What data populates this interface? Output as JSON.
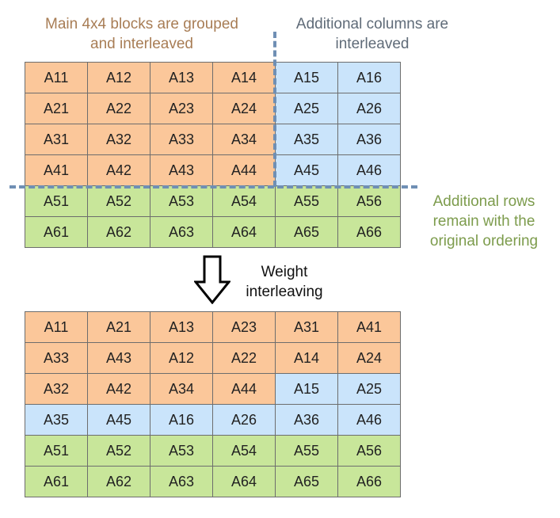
{
  "labels": {
    "main_blocks": "Main 4x4 blocks are grouped\nand interleaved",
    "additional_columns": "Additional columns are\ninterleaved",
    "additional_rows": "Additional rows\nremain with the\noriginal ordering",
    "weight_interleaving": "Weight\ninterleaving"
  },
  "icons": {
    "transform_arrow": "down-arrow-icon"
  },
  "colors": {
    "orange": "#fbc79a",
    "blue": "#cae4fb",
    "green": "#c8e69a",
    "dashed_line": "#6f8fb4"
  },
  "top_matrix": {
    "cells": [
      [
        "A11",
        "A12",
        "A13",
        "A14",
        "A15",
        "A16"
      ],
      [
        "A21",
        "A22",
        "A23",
        "A24",
        "A25",
        "A26"
      ],
      [
        "A31",
        "A32",
        "A33",
        "A34",
        "A35",
        "A36"
      ],
      [
        "A41",
        "A42",
        "A43",
        "A44",
        "A45",
        "A46"
      ],
      [
        "A51",
        "A52",
        "A53",
        "A54",
        "A55",
        "A56"
      ],
      [
        "A61",
        "A62",
        "A63",
        "A64",
        "A65",
        "A66"
      ]
    ],
    "colors": [
      [
        "orange",
        "orange",
        "orange",
        "orange",
        "blue",
        "blue"
      ],
      [
        "orange",
        "orange",
        "orange",
        "orange",
        "blue",
        "blue"
      ],
      [
        "orange",
        "orange",
        "orange",
        "orange",
        "blue",
        "blue"
      ],
      [
        "orange",
        "orange",
        "orange",
        "orange",
        "blue",
        "blue"
      ],
      [
        "green",
        "green",
        "green",
        "green",
        "green",
        "green"
      ],
      [
        "green",
        "green",
        "green",
        "green",
        "green",
        "green"
      ]
    ]
  },
  "bottom_matrix": {
    "cells": [
      [
        "A11",
        "A21",
        "A13",
        "A23",
        "A31",
        "A41"
      ],
      [
        "A33",
        "A43",
        "A12",
        "A22",
        "A14",
        "A24"
      ],
      [
        "A32",
        "A42",
        "A34",
        "A44",
        "A15",
        "A25"
      ],
      [
        "A35",
        "A45",
        "A16",
        "A26",
        "A36",
        "A46"
      ],
      [
        "A51",
        "A52",
        "A53",
        "A54",
        "A55",
        "A56"
      ],
      [
        "A61",
        "A62",
        "A63",
        "A64",
        "A65",
        "A66"
      ]
    ],
    "colors": [
      [
        "orange",
        "orange",
        "orange",
        "orange",
        "orange",
        "orange"
      ],
      [
        "orange",
        "orange",
        "orange",
        "orange",
        "orange",
        "orange"
      ],
      [
        "orange",
        "orange",
        "orange",
        "orange",
        "blue",
        "blue"
      ],
      [
        "blue",
        "blue",
        "blue",
        "blue",
        "blue",
        "blue"
      ],
      [
        "green",
        "green",
        "green",
        "green",
        "green",
        "green"
      ],
      [
        "green",
        "green",
        "green",
        "green",
        "green",
        "green"
      ]
    ]
  }
}
